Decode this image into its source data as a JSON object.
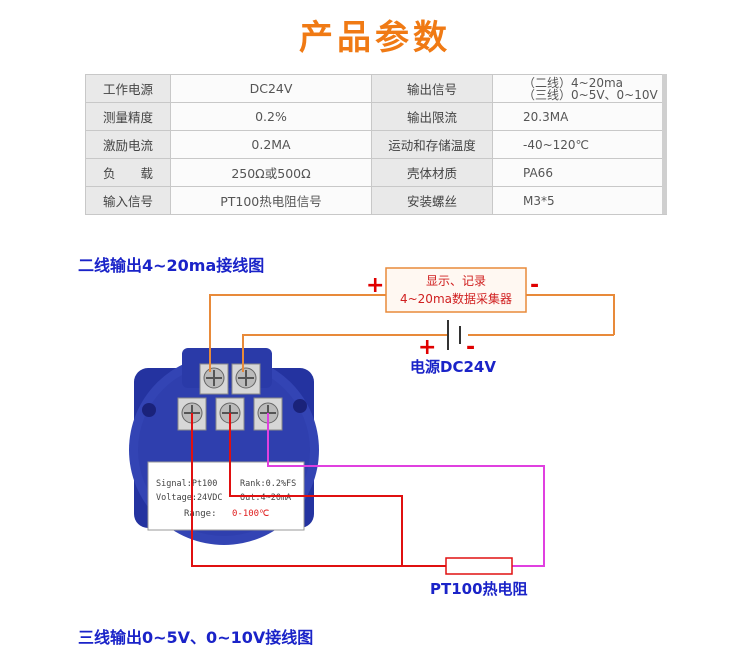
{
  "title": "产品参数",
  "spec_rows": [
    {
      "k1": "工作电源",
      "v1": "DC24V",
      "k2": "输出信号",
      "v2a": "（二线）4~20ma",
      "v2b": "（三线）0~5V、0~10V"
    },
    {
      "k1": "测量精度",
      "v1": "0.2%",
      "k2": "输出限流",
      "v2a": "20.3MA",
      "v2b": ""
    },
    {
      "k1": "激励电流",
      "v1": "0.2MA",
      "k2": "运动和存储温度",
      "v2a": "-40~120℃",
      "v2b": ""
    },
    {
      "k1": "负　　载",
      "v1": "250Ω或500Ω",
      "k2": "壳体材质",
      "v2a": "PA66",
      "v2b": ""
    },
    {
      "k1": "输入信号",
      "v1": "PT100热电阻信号",
      "k2": "安装螺丝",
      "v2a": "M3*5",
      "v2b": ""
    }
  ],
  "diagram": {
    "heading": "二线输出4~20ma接线图",
    "display_box_line1": "显示、记录",
    "display_box_line2": "4~20ma数据采集器",
    "plus": "+",
    "minus": "-",
    "power_label": "电源DC24V",
    "sensor_label": "PT100热电阻",
    "device_label": {
      "signal": "Signal:Pt100",
      "rank": "Rank:0.2%FS",
      "voltage": "Voltage:24VDC",
      "out": "Out:4~20mA",
      "range_label": "Range:",
      "range_value": "0-100℃"
    }
  },
  "next_heading": "三线输出0~5V、0~10V接线图",
  "colors": {
    "title": "#f07a14",
    "heading": "#1a23c8",
    "plus": "#e00000",
    "wire_orange": "#e88a3a",
    "wire_red": "#e01010",
    "wire_magenta": "#e040e0",
    "device_blue": "#2a3aa8"
  }
}
